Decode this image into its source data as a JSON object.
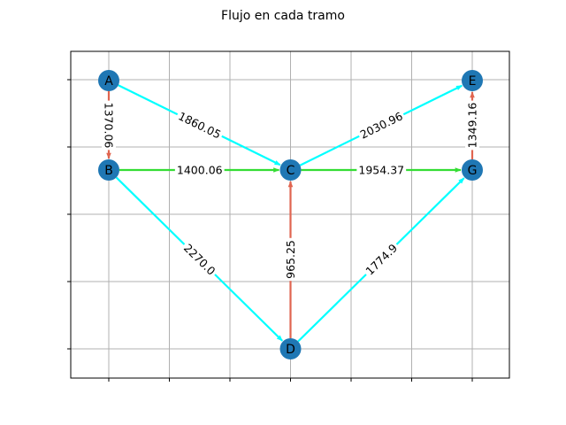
{
  "chart_data": {
    "type": "network",
    "title": "Flujo en cada tramo",
    "grid": true,
    "colors": {
      "node": "#1f77b4",
      "edge_cyan": "#00ffff",
      "edge_green": "#33dd33",
      "edge_red": "#e06550",
      "grid": "#b0b0b0"
    },
    "nodes": [
      {
        "id": "A",
        "label": "A",
        "x": 0,
        "y": 3
      },
      {
        "id": "B",
        "label": "B",
        "x": 0,
        "y": 2
      },
      {
        "id": "C",
        "label": "C",
        "x": 3,
        "y": 2
      },
      {
        "id": "D",
        "label": "D",
        "x": 3,
        "y": 0
      },
      {
        "id": "E",
        "label": "E",
        "x": 6,
        "y": 3
      },
      {
        "id": "G",
        "label": "G",
        "x": 6,
        "y": 2
      }
    ],
    "edges": [
      {
        "from": "A",
        "to": "B",
        "label": "1370.06",
        "color": "red"
      },
      {
        "from": "A",
        "to": "C",
        "label": "1860.05",
        "color": "cyan"
      },
      {
        "from": "B",
        "to": "C",
        "label": "1400.06",
        "color": "green"
      },
      {
        "from": "B",
        "to": "D",
        "label": "2270.0",
        "color": "cyan"
      },
      {
        "from": "C",
        "to": "E",
        "label": "2030.96",
        "color": "cyan"
      },
      {
        "from": "C",
        "to": "G",
        "label": "1954.37",
        "color": "green"
      },
      {
        "from": "D",
        "to": "C",
        "label": "965.25",
        "color": "red"
      },
      {
        "from": "D",
        "to": "G",
        "label": "1774.9",
        "color": "cyan"
      },
      {
        "from": "G",
        "to": "E",
        "label": "1349.16",
        "color": "red"
      }
    ]
  }
}
